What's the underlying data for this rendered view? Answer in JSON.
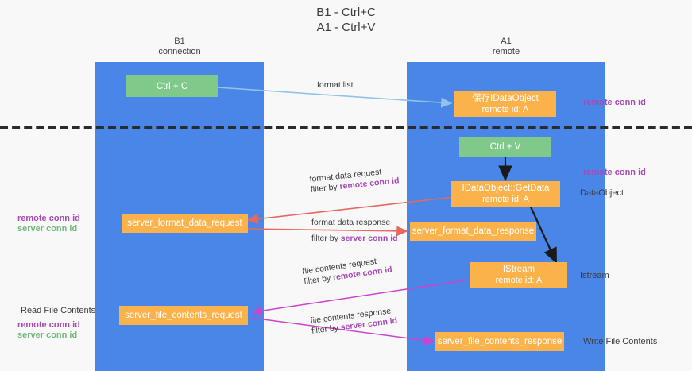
{
  "title": "B1 - Ctrl+C\nA1 - Ctrl+V",
  "lanes": [
    {
      "id": "b1",
      "heading": "B1\nconnection"
    },
    {
      "id": "a1",
      "heading": "A1\nremote"
    }
  ],
  "nodes": {
    "ctrl_c": {
      "line1": "Ctrl + C",
      "line2": ""
    },
    "idataobject_saved": {
      "line1": "保存IDataObject",
      "line2": "remote id: A"
    },
    "ctrl_v": {
      "line1": "Ctrl + V",
      "line2": ""
    },
    "getdata": {
      "line1": "IDataObject::GetData",
      "line2": "remote id: A"
    },
    "server_format_data_request": {
      "line1": "server_format_data_request",
      "line2": ""
    },
    "server_format_data_response": {
      "line1": "server_format_data_response",
      "line2": ""
    },
    "istream": {
      "line1": "IStream",
      "line2": "remote id: A"
    },
    "server_file_contents_request": {
      "line1": "server_file_contents_request",
      "line2": ""
    },
    "server_file_contents_response": {
      "line1": "server_file_contents_response",
      "line2": ""
    }
  },
  "edges": {
    "format_list": {
      "text": "format list"
    },
    "format_data_request": {
      "text": "format data request",
      "filter_prefix": "filter by ",
      "filter_key": "remote conn id"
    },
    "format_data_response": {
      "text": "format data response",
      "filter_prefix": "filter by ",
      "filter_key": "server conn id"
    },
    "file_contents_request": {
      "text": "file contents request",
      "filter_prefix": "filter by ",
      "filter_key": "remote conn id"
    },
    "file_contents_response": {
      "text": "file contents response",
      "filter_prefix": "filter by ",
      "filter_key": "server conn id"
    }
  },
  "annotations": {
    "right_remote_conn_id_top": "remote conn id",
    "right_remote_conn_id_mid": "remote conn id",
    "right_dataobject": "DataObject",
    "right_istream": "Istream",
    "right_write_file_contents": "Write File Contents",
    "left_remote_conn_id_mid": "remote conn id",
    "left_server_conn_id_mid": "server conn id",
    "left_read_file_contents": "Read File Contents",
    "left_remote_conn_id_bottom": "remote conn id",
    "left_server_conn_id_bottom": "server conn id"
  },
  "colors": {
    "lane": "#4a86e8",
    "green_node": "#7fc98a",
    "orange_node": "#fbb24a",
    "purple": "#a64ab4",
    "green_text": "#72b97c",
    "arrow_blue": "#8fc4ea",
    "arrow_red": "#e8685b",
    "arrow_magenta": "#cc44cc",
    "arrow_black": "#1a1a1a",
    "divider": "#2b2b2b"
  }
}
